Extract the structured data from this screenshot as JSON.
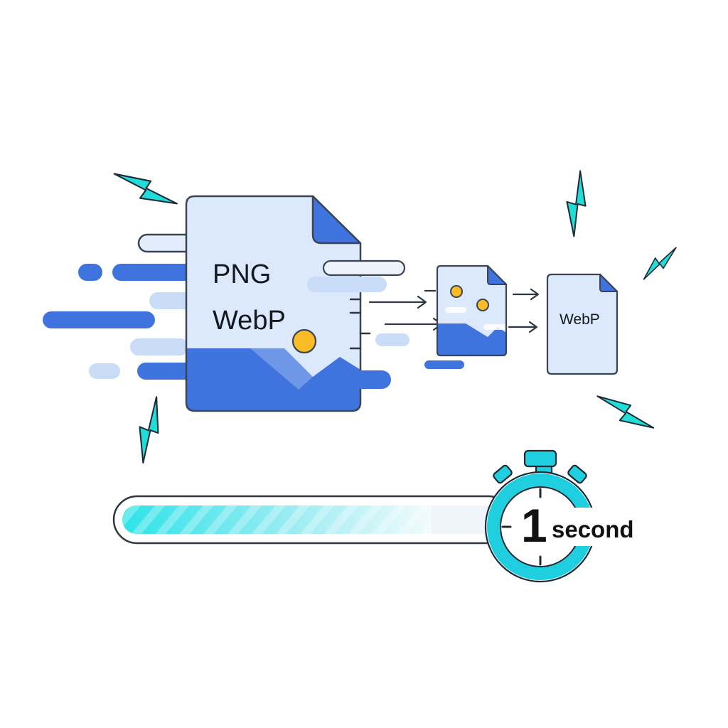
{
  "source_file": {
    "line1": "PNG",
    "line2": "WebP"
  },
  "output_file": {
    "label": "WebP"
  },
  "timer": {
    "value": "1",
    "unit": "second",
    "progress": 0.82
  },
  "icons": [
    "lightning-bolt-icon",
    "image-icon",
    "stopwatch-icon",
    "arrow-right-icon"
  ],
  "colors": {
    "file_fill": "#dce8fb",
    "file_outline": "#3b4453",
    "brand_blue": "#3f74de",
    "pale_blue": "#c9dcf8",
    "sun_yellow": "#f9bc26",
    "lightning_cyan": "#22dcd8",
    "timer_cyan": "#1fcfe0",
    "progress_cyan": "#2de3e8"
  }
}
